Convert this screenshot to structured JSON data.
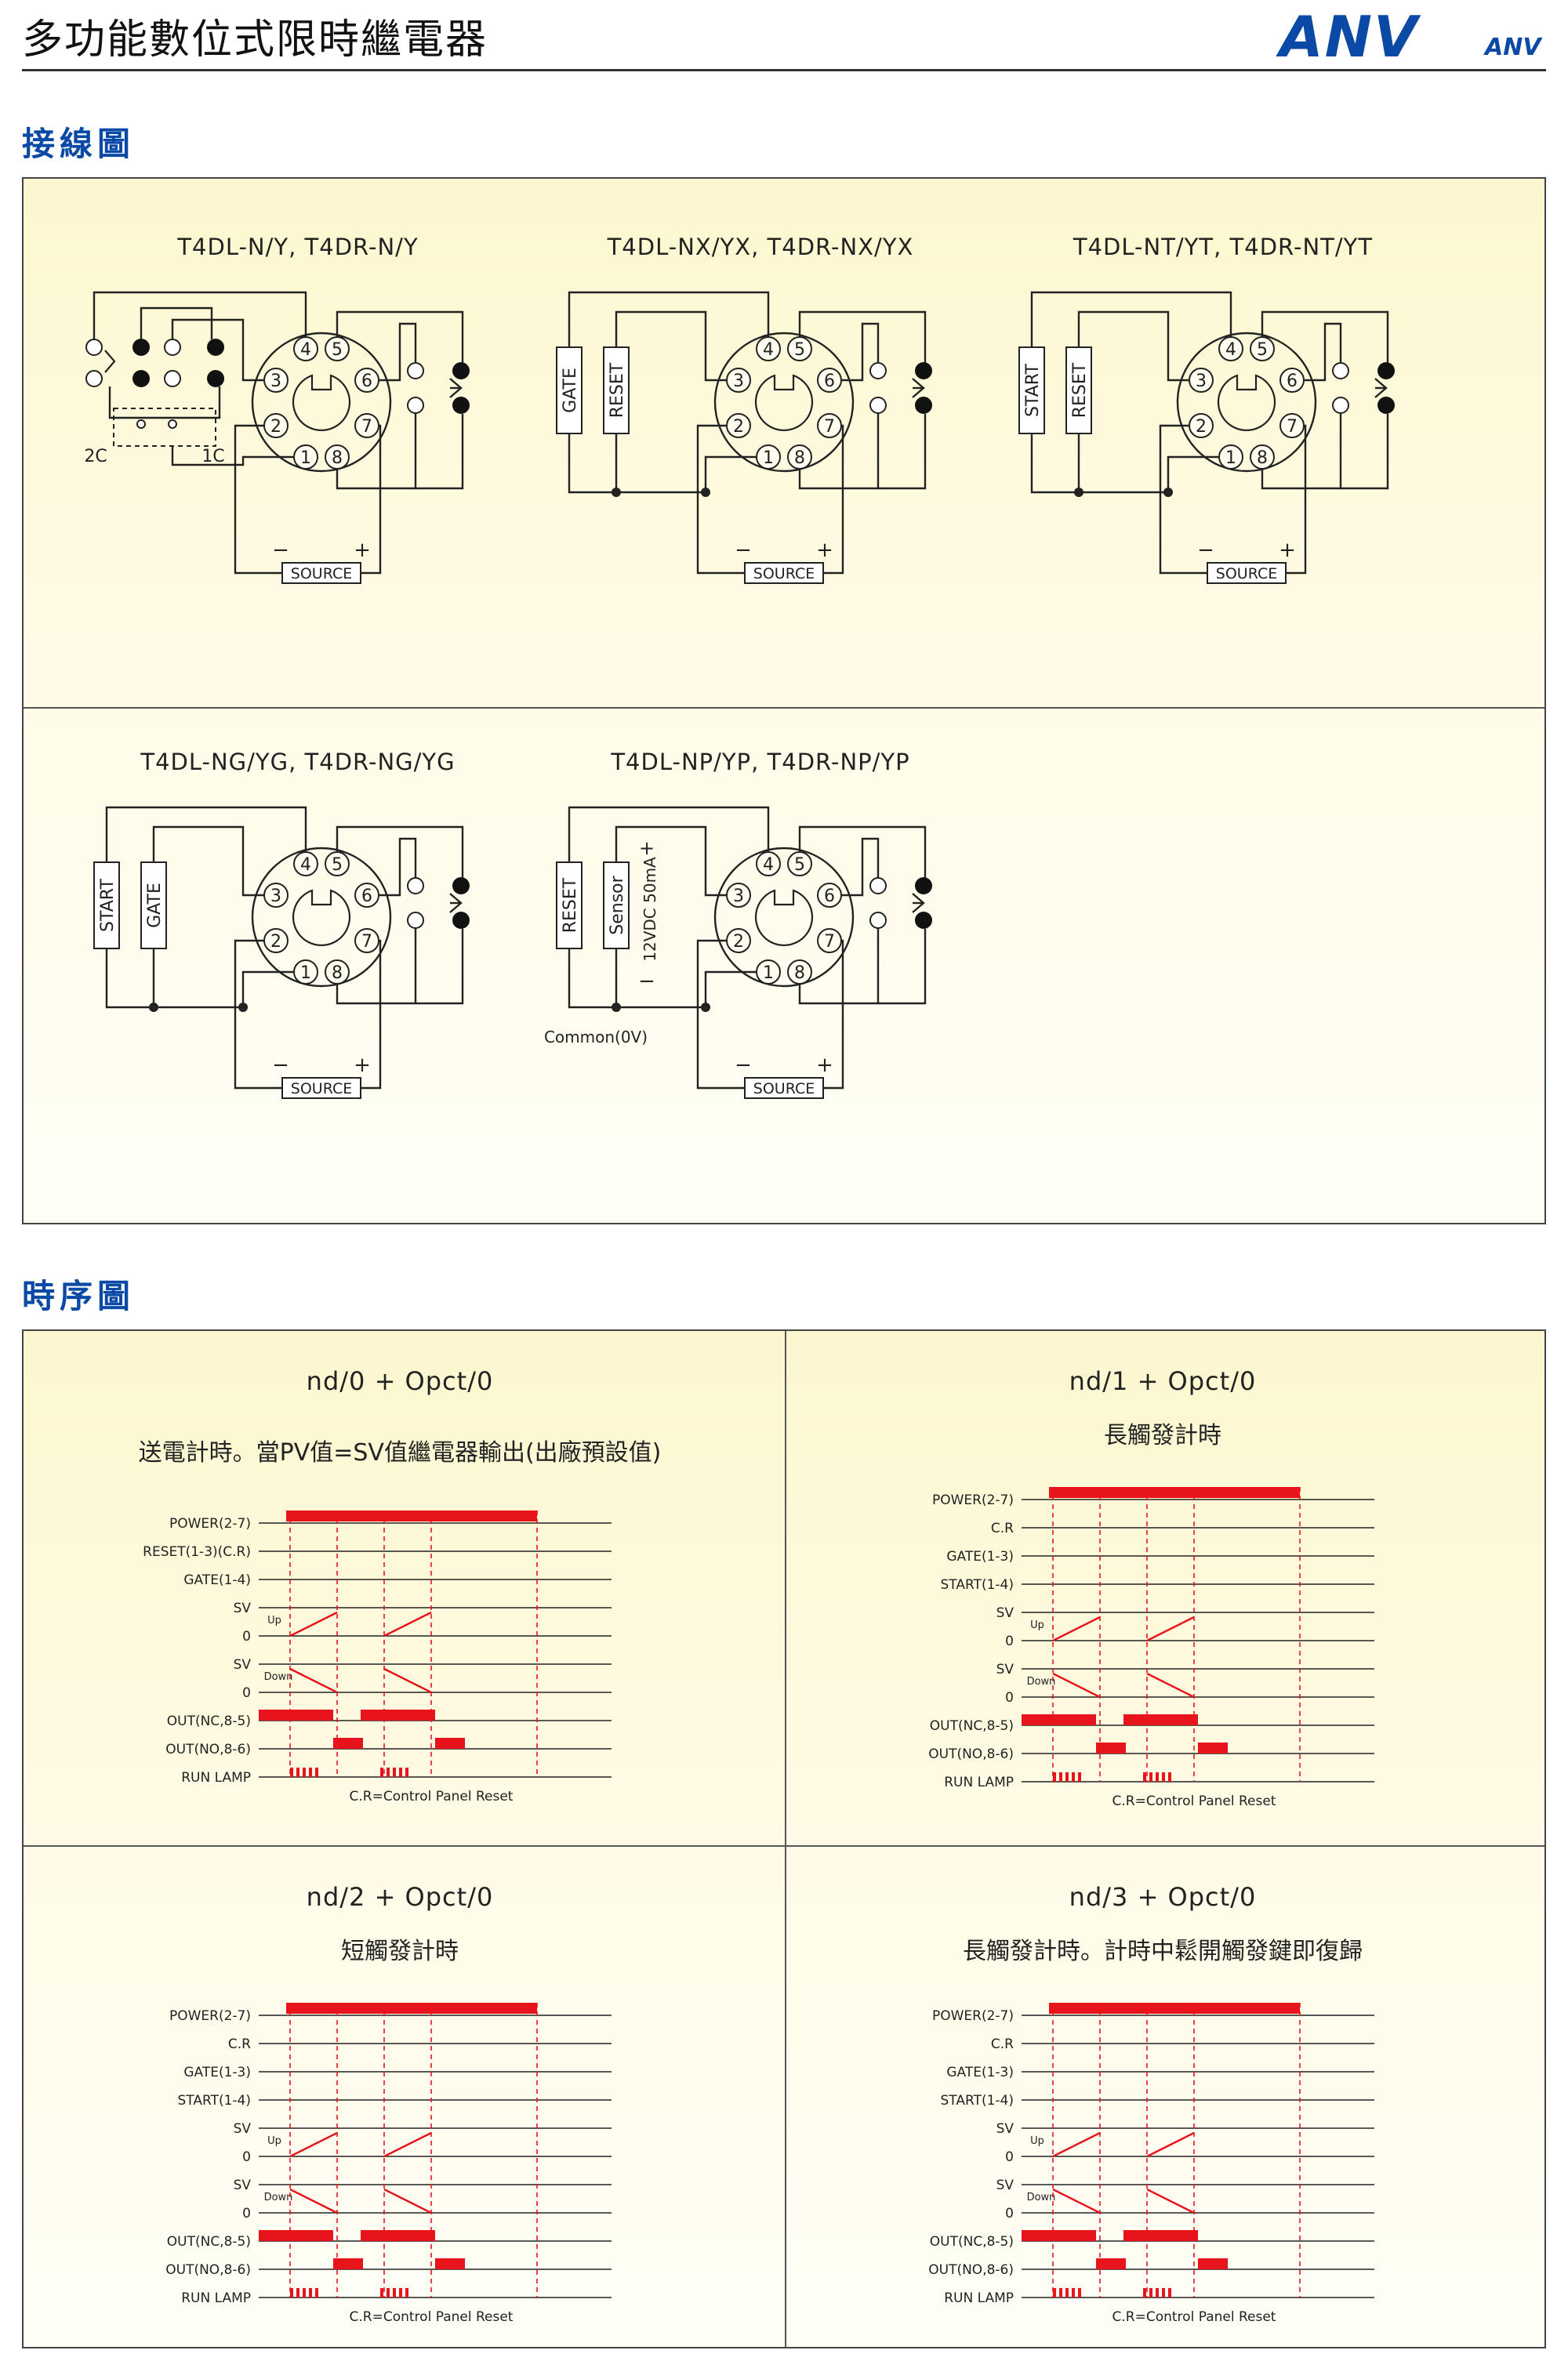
{
  "header": {
    "title": "多功能數位式限時繼電器",
    "brand": "ANV",
    "brand_small": "ANV"
  },
  "sections": {
    "wiring": "接線圖",
    "timing": "時序圖"
  },
  "wiring_diagrams": [
    {
      "model": "T4DL-N/Y, T4DR-N/Y",
      "type": "n",
      "labels": {
        "c2": "2C",
        "c1": "1C",
        "source": "SOURCE",
        "minus": "−",
        "plus": "+"
      }
    },
    {
      "model": "T4DL-NX/YX, T4DR-NX/YX",
      "type": "boxes",
      "box_a": "GATE",
      "box_b": "RESET",
      "labels": {
        "source": "SOURCE",
        "minus": "−",
        "plus": "+"
      }
    },
    {
      "model": "T4DL-NT/YT, T4DR-NT/YT",
      "type": "boxes",
      "box_a": "START",
      "box_b": "RESET",
      "labels": {
        "source": "SOURCE",
        "minus": "−",
        "plus": "+"
      }
    },
    {
      "model": "T4DL-NG/YG, T4DR-NG/YG",
      "type": "boxes",
      "box_a": "START",
      "box_b": "GATE",
      "labels": {
        "source": "SOURCE",
        "minus": "−",
        "plus": "+"
      }
    },
    {
      "model": "T4DL-NP/YP, T4DR-NP/YP",
      "type": "sensor",
      "box_a": "RESET",
      "box_b": "Sensor",
      "labels": {
        "source": "SOURCE",
        "minus": "−",
        "plus": "+",
        "sensor_spec": "12VDC 50mA",
        "common": "Common(0V)"
      }
    }
  ],
  "socket_pins": [
    "1",
    "2",
    "3",
    "4",
    "5",
    "6",
    "7",
    "8"
  ],
  "timing_diagrams": [
    {
      "title": "nd/0 + Opct/0",
      "subtitle": "送電計時。當PV值=SV值繼電器輸出(出廠預設值)",
      "signals": [
        "POWER(2-7)",
        "RESET(1-3)(C.R)",
        "GATE(1-4)",
        "SV",
        "0",
        "SV",
        "0",
        "OUT(NC,8-5)",
        "OUT(NO,8-6)",
        "RUN LAMP"
      ],
      "up": "Up",
      "down": "Down",
      "note": "C.R=Control Panel Reset"
    },
    {
      "title": "nd/1 + Opct/0",
      "subtitle": "長觸發計時",
      "signals": [
        "POWER(2-7)",
        "C.R",
        "GATE(1-3)",
        "START(1-4)",
        "SV",
        "0",
        "SV",
        "0",
        "OUT(NC,8-5)",
        "OUT(NO,8-6)",
        "RUN LAMP"
      ],
      "up": "Up",
      "down": "Down",
      "note": "C.R=Control Panel Reset"
    },
    {
      "title": "nd/2 + Opct/0",
      "subtitle": "短觸發計時",
      "signals": [
        "POWER(2-7)",
        "C.R",
        "GATE(1-3)",
        "START(1-4)",
        "SV",
        "0",
        "SV",
        "0",
        "OUT(NC,8-5)",
        "OUT(NO,8-6)",
        "RUN LAMP"
      ],
      "up": "Up",
      "down": "Down",
      "note": "C.R=Control Panel Reset"
    },
    {
      "title": "nd/3 + Opct/0",
      "subtitle": "長觸發計時。計時中鬆開觸發鍵即復歸",
      "signals": [
        "POWER(2-7)",
        "C.R",
        "GATE(1-3)",
        "START(1-4)",
        "SV",
        "0",
        "SV",
        "0",
        "OUT(NC,8-5)",
        "OUT(NO,8-6)",
        "RUN LAMP"
      ],
      "up": "Up",
      "down": "Down",
      "note": "C.R=Control Panel Reset"
    }
  ],
  "colors": {
    "accent_red": "#e8141b",
    "brand_blue": "#0a4aa6",
    "panel_bg": "#fcf7cf"
  }
}
